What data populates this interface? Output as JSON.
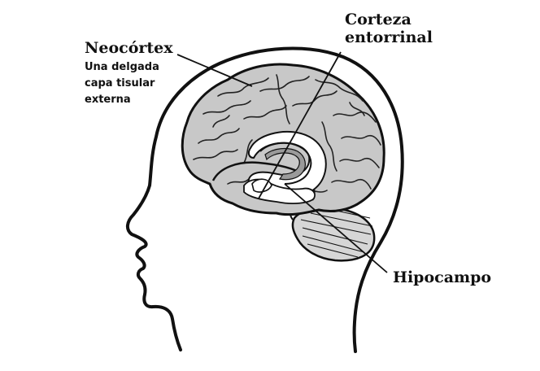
{
  "labels": {
    "neocortex": {
      "title": "Neocórtex",
      "description": [
        "Una delgada",
        "capa tisular",
        "externa"
      ]
    },
    "entorhinal": {
      "lines": [
        "Corteza",
        "entorrinal"
      ]
    },
    "hippocampus": {
      "title": "Hipocampo"
    }
  },
  "colors": {
    "brain_fill": "#c8c8c8",
    "outline": "#111111",
    "highlight": "#ffffff"
  }
}
